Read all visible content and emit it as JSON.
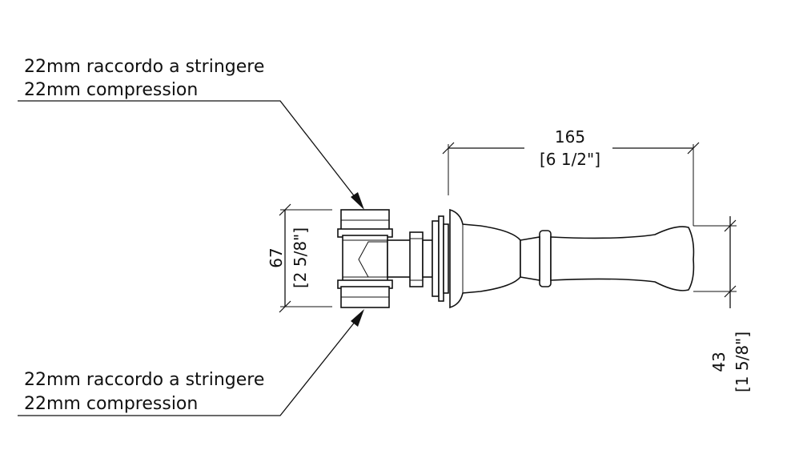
{
  "callouts": {
    "top": {
      "line1": "22mm raccordo a stringere",
      "line2": "22mm compression"
    },
    "bottom": {
      "line1": "22mm raccordo a stringere",
      "line2": "22mm compression"
    }
  },
  "dimensions": {
    "length": {
      "mm": "165",
      "inch": "[6 1/2\"]"
    },
    "height": {
      "mm": "67",
      "inch": "[2 5/8\"]"
    },
    "handle": {
      "mm": "43",
      "inch": "[1 5/8\"]"
    }
  },
  "colors": {
    "line": "#111111",
    "background": "#ffffff"
  }
}
